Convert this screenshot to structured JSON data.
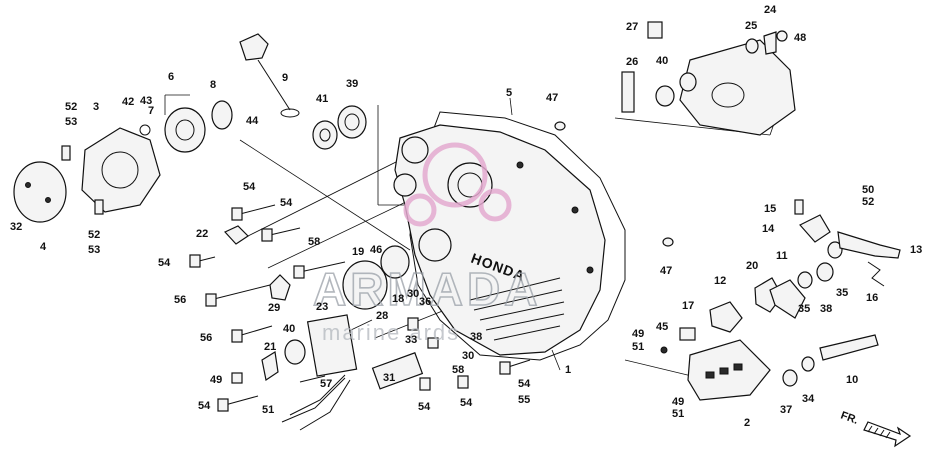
{
  "watermark": {
    "text": "ARMADA",
    "subtext": "marine      ards",
    "color": "#e3a9cf"
  },
  "cover_brand": "HONDA",
  "direction_label": "FR.",
  "labels": [
    {
      "id": "l1",
      "text": "1"
    },
    {
      "id": "l2",
      "text": "2"
    },
    {
      "id": "l3",
      "text": "3"
    },
    {
      "id": "l4",
      "text": "4"
    },
    {
      "id": "l5",
      "text": "5"
    },
    {
      "id": "l6",
      "text": "6"
    },
    {
      "id": "l7",
      "text": "7"
    },
    {
      "id": "l8",
      "text": "8"
    },
    {
      "id": "l9",
      "text": "9"
    },
    {
      "id": "l10",
      "text": "10"
    },
    {
      "id": "l11",
      "text": "11"
    },
    {
      "id": "l12",
      "text": "12"
    },
    {
      "id": "l13",
      "text": "13"
    },
    {
      "id": "l14",
      "text": "14"
    },
    {
      "id": "l15",
      "text": "15"
    },
    {
      "id": "l16",
      "text": "16"
    },
    {
      "id": "l17",
      "text": "17"
    },
    {
      "id": "l18",
      "text": "18"
    },
    {
      "id": "l19",
      "text": "19"
    },
    {
      "id": "l20",
      "text": "20"
    },
    {
      "id": "l21",
      "text": "21"
    },
    {
      "id": "l22",
      "text": "22"
    },
    {
      "id": "l23",
      "text": "23"
    },
    {
      "id": "l24",
      "text": "24"
    },
    {
      "id": "l25",
      "text": "25"
    },
    {
      "id": "l26",
      "text": "26"
    },
    {
      "id": "l27",
      "text": "27"
    },
    {
      "id": "l28",
      "text": "28"
    },
    {
      "id": "l29",
      "text": "29"
    },
    {
      "id": "l30a",
      "text": "30"
    },
    {
      "id": "l30b",
      "text": "30"
    },
    {
      "id": "l31",
      "text": "31"
    },
    {
      "id": "l32",
      "text": "32"
    },
    {
      "id": "l33",
      "text": "33"
    },
    {
      "id": "l34",
      "text": "34"
    },
    {
      "id": "l35a",
      "text": "35"
    },
    {
      "id": "l35b",
      "text": "35"
    },
    {
      "id": "l36",
      "text": "36"
    },
    {
      "id": "l37",
      "text": "37"
    },
    {
      "id": "l38a",
      "text": "38"
    },
    {
      "id": "l38b",
      "text": "38"
    },
    {
      "id": "l39",
      "text": "39"
    },
    {
      "id": "l40a",
      "text": "40"
    },
    {
      "id": "l40b",
      "text": "40"
    },
    {
      "id": "l41",
      "text": "41"
    },
    {
      "id": "l42",
      "text": "42"
    },
    {
      "id": "l43",
      "text": "43"
    },
    {
      "id": "l44",
      "text": "44"
    },
    {
      "id": "l45",
      "text": "45"
    },
    {
      "id": "l46",
      "text": "46"
    },
    {
      "id": "l47a",
      "text": "47"
    },
    {
      "id": "l47b",
      "text": "47"
    },
    {
      "id": "l48",
      "text": "48"
    },
    {
      "id": "l49a",
      "text": "49"
    },
    {
      "id": "l49b",
      "text": "49"
    },
    {
      "id": "l49c",
      "text": "49"
    },
    {
      "id": "l50",
      "text": "50"
    },
    {
      "id": "l51a",
      "text": "51"
    },
    {
      "id": "l51b",
      "text": "51"
    },
    {
      "id": "l51c",
      "text": "51"
    },
    {
      "id": "l52a",
      "text": "52"
    },
    {
      "id": "l52b",
      "text": "52"
    },
    {
      "id": "l52c",
      "text": "52"
    },
    {
      "id": "l53a",
      "text": "53"
    },
    {
      "id": "l53b",
      "text": "53"
    },
    {
      "id": "l54a",
      "text": "54"
    },
    {
      "id": "l54b",
      "text": "54"
    },
    {
      "id": "l54c",
      "text": "54"
    },
    {
      "id": "l54d",
      "text": "54"
    },
    {
      "id": "l54e",
      "text": "54"
    },
    {
      "id": "l54f",
      "text": "54"
    },
    {
      "id": "l54g",
      "text": "54"
    },
    {
      "id": "l55",
      "text": "55"
    },
    {
      "id": "l56a",
      "text": "56"
    },
    {
      "id": "l56b",
      "text": "56"
    },
    {
      "id": "l57",
      "text": "57"
    },
    {
      "id": "l58a",
      "text": "58"
    },
    {
      "id": "l58b",
      "text": "58"
    }
  ]
}
